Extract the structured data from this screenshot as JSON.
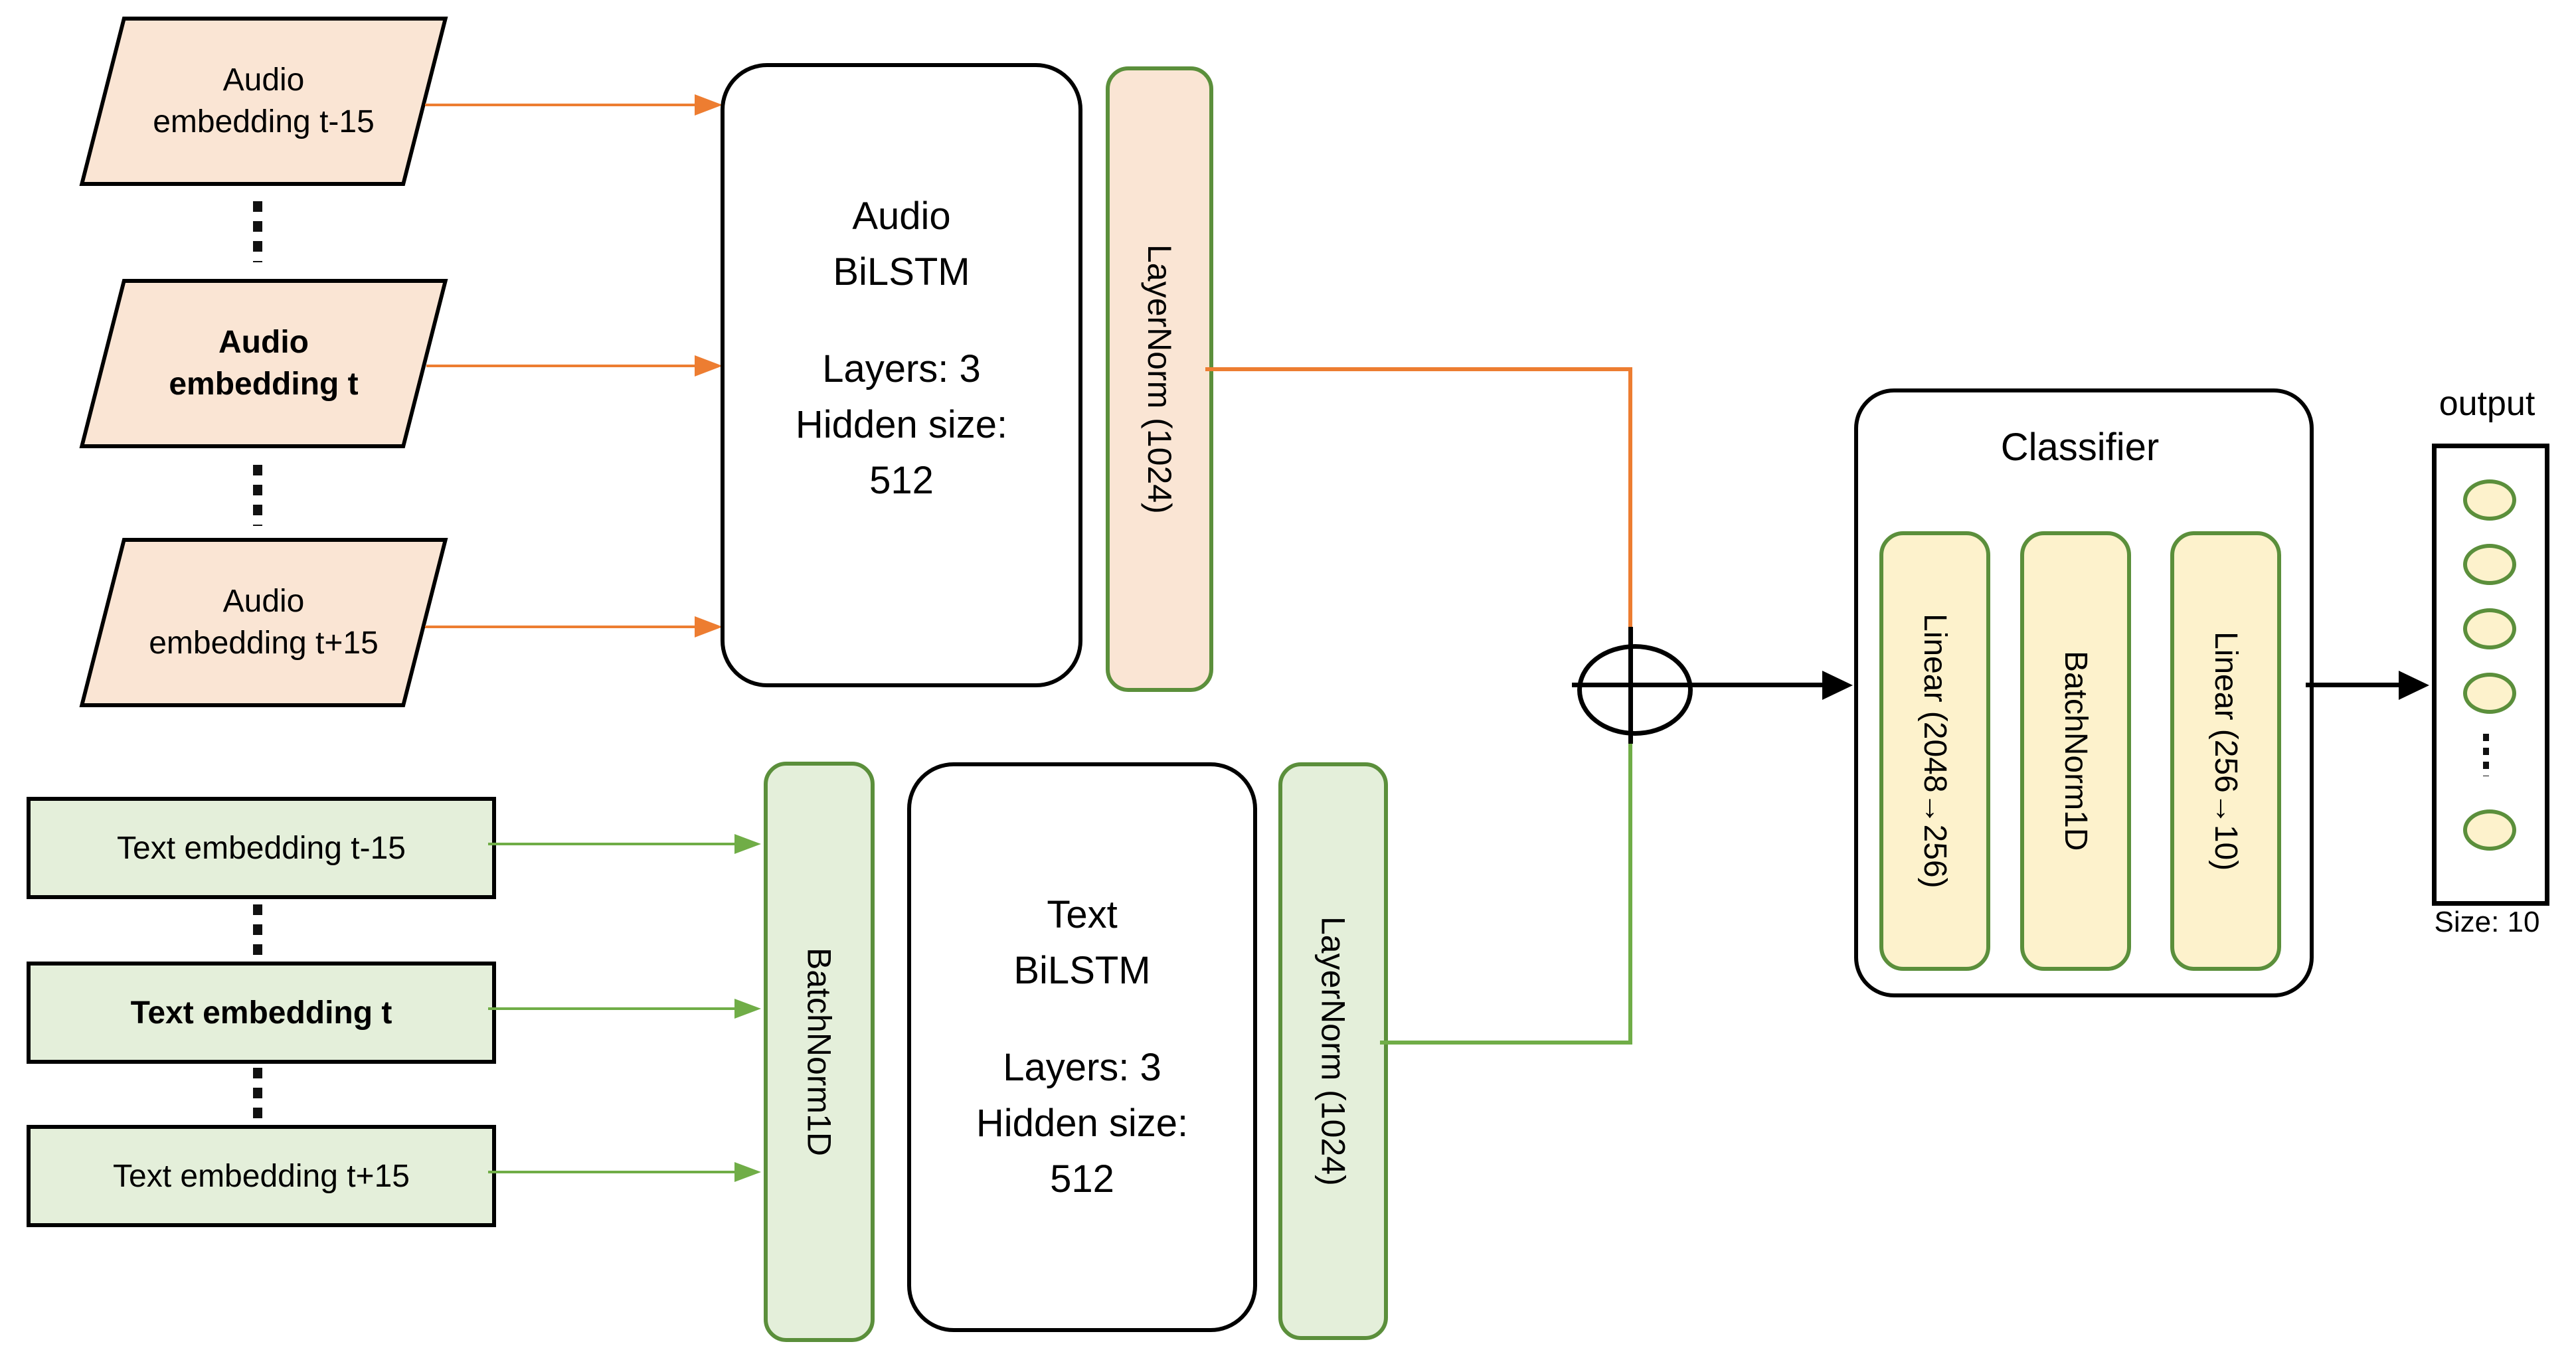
{
  "colors": {
    "orange": "#ED7D31",
    "green": "#70AD47",
    "green_border": "#5B8F3B",
    "peach": "#FAE5D4",
    "lightgreen": "#E4EFDA",
    "cream": "#FDF2CC"
  },
  "audio_branch": {
    "inputs": [
      {
        "line1": "Audio",
        "line2": "embedding t-15"
      },
      {
        "line1": "Audio",
        "line2": "embedding t"
      },
      {
        "line1": "Audio",
        "line2": "embedding t+15"
      }
    ],
    "bilstm": {
      "name_line1": "Audio",
      "name_line2": "BiLSTM",
      "layers": "Layers: 3",
      "hidden_line1": "Hidden size:",
      "hidden_line2": "512"
    },
    "layernorm": "LayerNorm (1024)"
  },
  "text_branch": {
    "inputs": [
      {
        "label": "Text embedding t-15"
      },
      {
        "label": "Text embedding t"
      },
      {
        "label": "Text embedding t+15"
      }
    ],
    "batchnorm": "BatchNorm1D",
    "bilstm": {
      "name_line1": "Text",
      "name_line2": "BiLSTM",
      "layers": "Layers: 3",
      "hidden_line1": "Hidden size:",
      "hidden_line2": "512"
    },
    "layernorm": "LayerNorm (1024)"
  },
  "classifier": {
    "title": "Classifier",
    "layers": [
      {
        "label": "Linear (2048→256)"
      },
      {
        "label": "BatchNorm1D"
      },
      {
        "label": "Linear (256→10)"
      }
    ]
  },
  "output": {
    "title": "output",
    "size": "Size: 10"
  }
}
